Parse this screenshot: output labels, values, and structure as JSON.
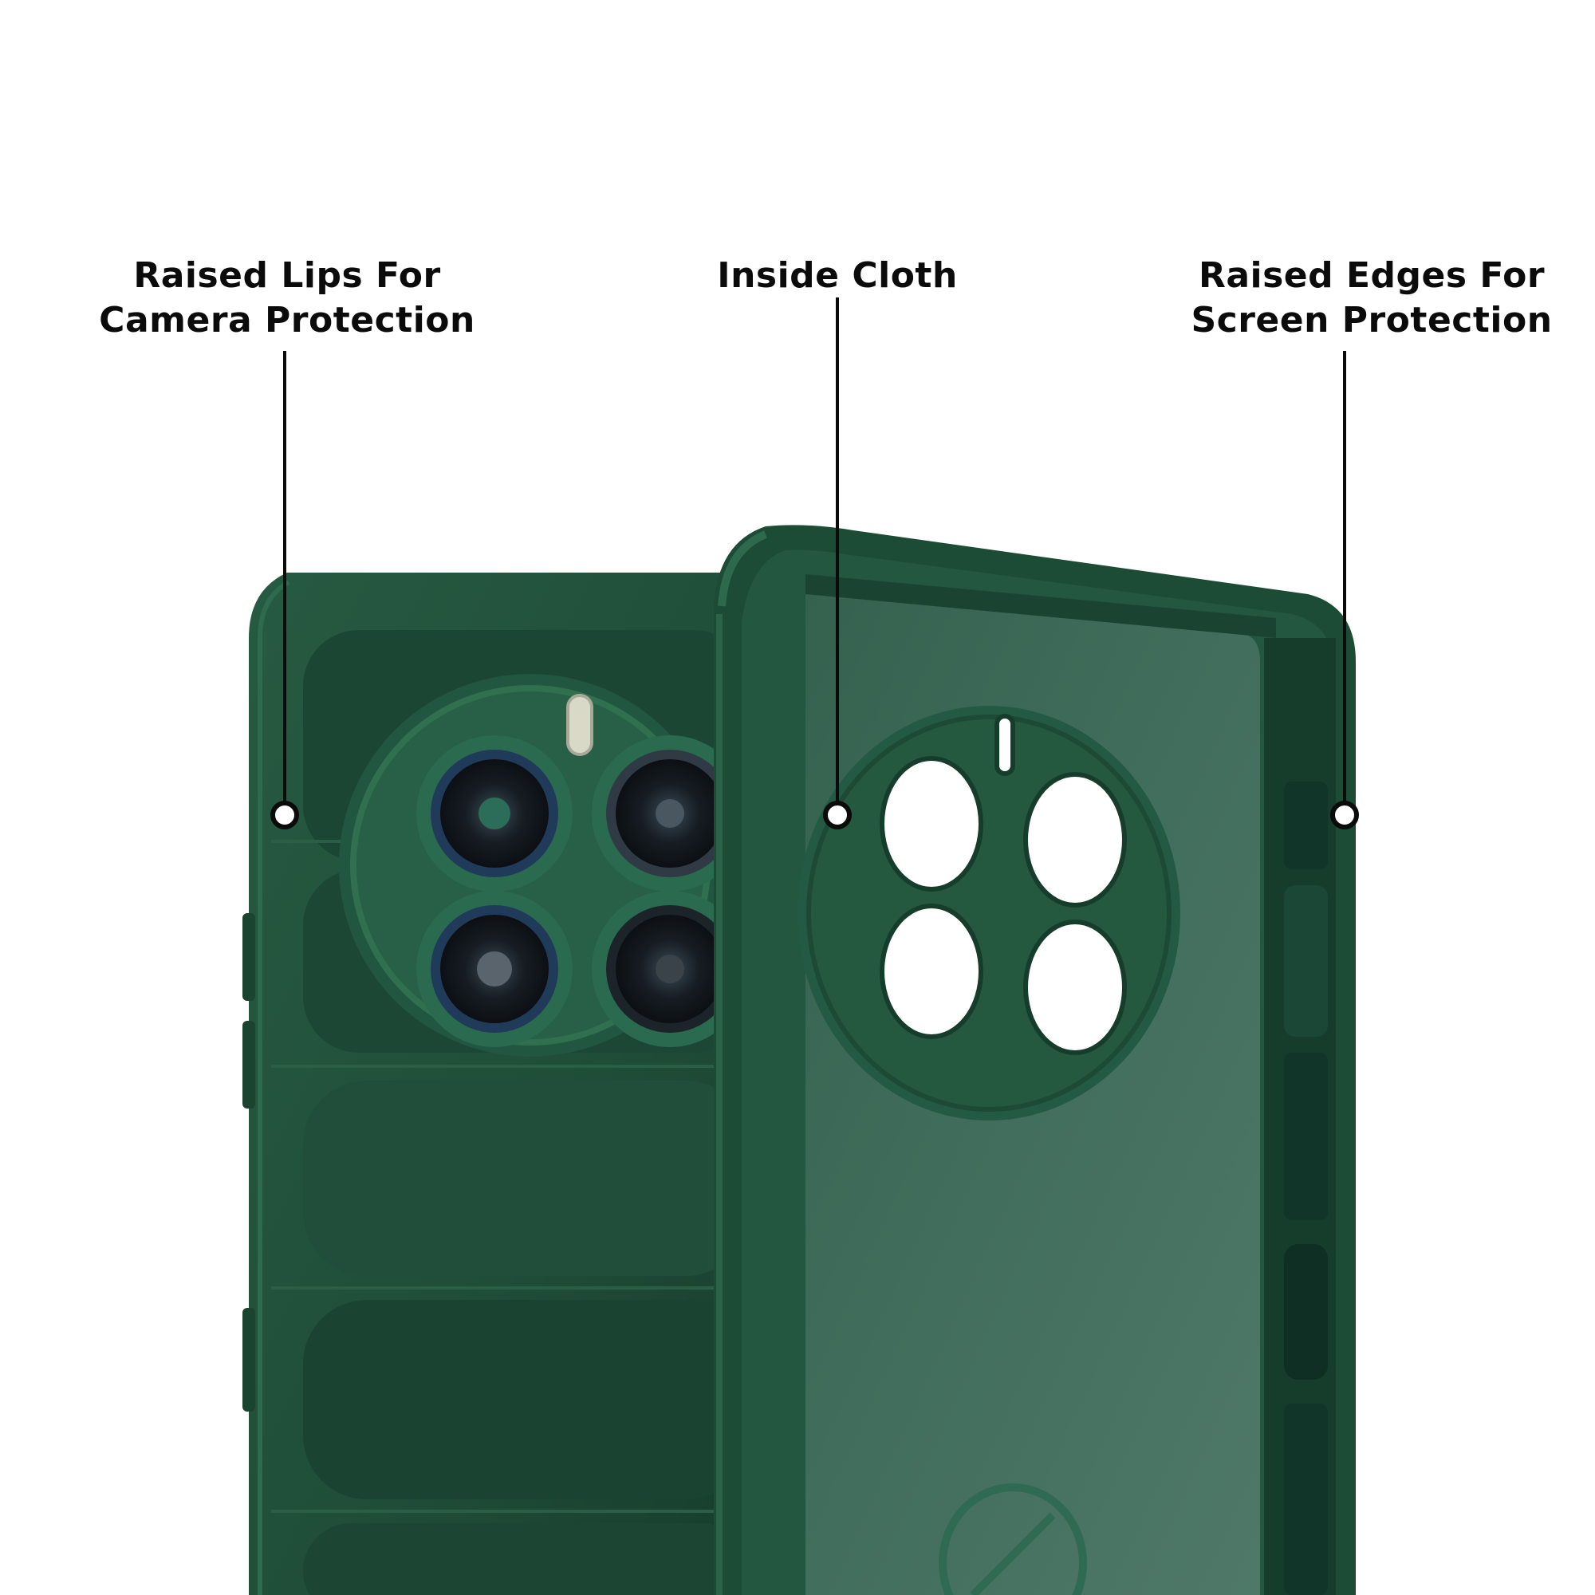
{
  "callouts": {
    "camera": {
      "line1": "Raised Lips For",
      "line2": "Camera Protection"
    },
    "cloth": {
      "line1": "Inside Cloth"
    },
    "screen": {
      "line1": "Raised Edges For",
      "line2": "Screen Protection"
    }
  },
  "colors": {
    "case_green": "#1f4d38",
    "case_green_dark": "#163a2a",
    "case_green_light": "#2f6a4f",
    "interior_green": "#3f6b5a",
    "lens_black": "#141a1e",
    "lens_ring": "#27466a",
    "callout_ink": "#0b0b0b"
  }
}
